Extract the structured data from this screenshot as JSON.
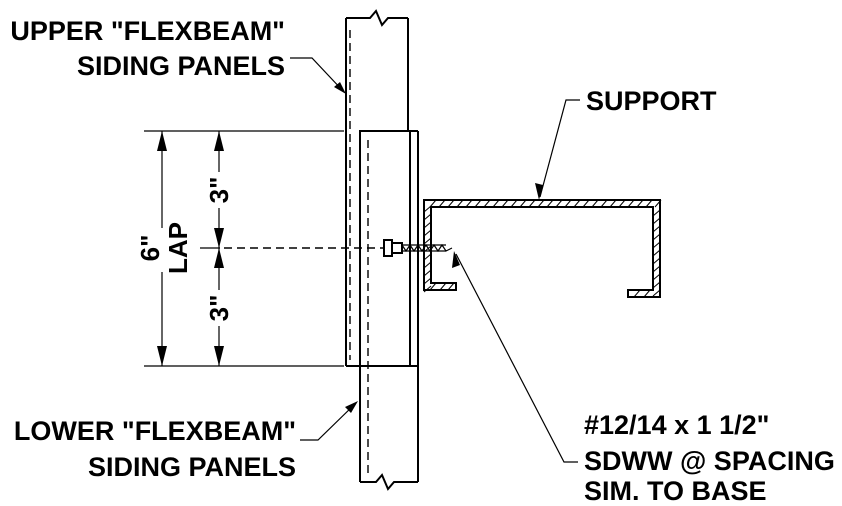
{
  "labels": {
    "upper_panels_line1": "UPPER \"FLEXBEAM\"",
    "upper_panels_line2": "SIDING PANELS",
    "support": "SUPPORT",
    "lower_panels_line1": "LOWER \"FLEXBEAM\"",
    "lower_panels_line2": "SIDING PANELS",
    "screw_line1": "#12/14 x 1 1/2\"",
    "screw_line2": "SDWW @ SPACING",
    "screw_line3": "SIM. TO BASE"
  },
  "dimensions": {
    "overall": "6\"",
    "overall_label": "LAP",
    "upper_half": "3\"",
    "lower_half": "3\""
  }
}
